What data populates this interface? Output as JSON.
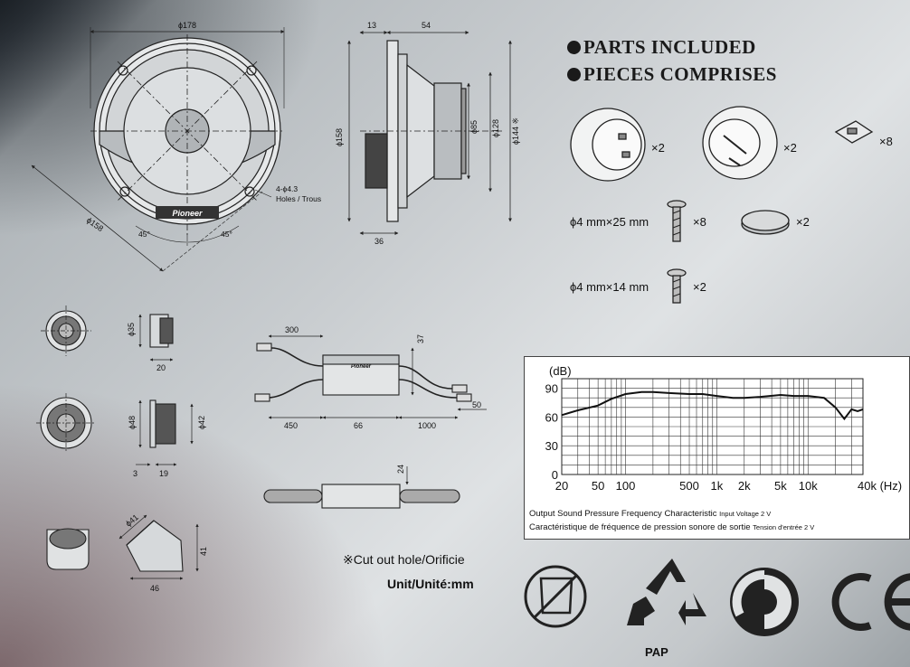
{
  "parts": {
    "title_en": "PARTS INCLUDED",
    "title_fr": "PIECES COMPRISES",
    "items": [
      {
        "name": "tweeter-mount-a",
        "qty": "×2"
      },
      {
        "name": "tweeter-mount-b",
        "qty": "×2"
      },
      {
        "name": "clip",
        "qty": "×8"
      },
      {
        "name": "screw-25",
        "label": "ϕ4 mm×25 mm",
        "qty": "×8"
      },
      {
        "name": "spacer",
        "qty": "×2"
      },
      {
        "name": "screw-14",
        "label": "ϕ4 mm×14 mm",
        "qty": "×2"
      }
    ]
  },
  "dimensions": {
    "woofer_front": {
      "d178": "ϕ178",
      "d158": "ϕ158",
      "holes": "4-ϕ4.3",
      "holes_label": "Holes / Trous",
      "angle": "45°",
      "brand": "Pioneer"
    },
    "woofer_side": {
      "d13": "13",
      "d54": "54",
      "d158": "ϕ158",
      "d85": "ϕ85",
      "d128": "ϕ128",
      "d144": "ϕ144 ※",
      "d36": "36"
    },
    "tweeter_1": {
      "d35": "ϕ35",
      "d20": "20"
    },
    "tweeter_2": {
      "d48": "ϕ48",
      "d42": "ϕ42",
      "d3": "3",
      "d19": "19"
    },
    "tweeter_3": {
      "d41a": "ϕ41",
      "d41b": "41",
      "d46": "46"
    },
    "crossover": {
      "d300": "300",
      "d37": "37",
      "d450": "450",
      "d66": "66",
      "d1000": "1000",
      "d50": "50",
      "d24": "24",
      "brand": "Pioneer"
    }
  },
  "notes": {
    "cutout": "※Cut out hole/Orificie",
    "unit": "Unit/Unité:mm"
  },
  "chart_data": {
    "type": "line",
    "ylabel": "(dB)",
    "yticks": [
      "90",
      "60",
      "30",
      "0"
    ],
    "xticks": [
      "20",
      "50",
      "100",
      "500",
      "1k",
      "2k",
      "5k",
      "10k",
      "40k (Hz)"
    ],
    "x_scale": "log",
    "xlim": [
      20,
      40000
    ],
    "ylim": [
      0,
      100
    ],
    "series": [
      {
        "x": [
          20,
          30,
          50,
          70,
          100,
          150,
          200,
          300,
          500,
          700,
          1000,
          1500,
          2000,
          3000,
          5000,
          7000,
          10000,
          15000,
          20000,
          25000,
          30000,
          35000,
          40000
        ],
        "y": [
          62,
          67,
          72,
          79,
          84,
          86,
          86,
          85,
          84,
          84,
          82,
          80,
          80,
          81,
          83,
          82,
          82,
          80,
          70,
          58,
          68,
          66,
          68
        ]
      }
    ],
    "caption_en": "Output Sound Pressure Frequency Characteristic",
    "caption_en_note": "Input Voltage 2 V",
    "caption_fr": "Caractéristique de fréquence de pression sonore de sortie",
    "caption_fr_note": "Tension d'entrée 2 V"
  },
  "logos": {
    "recycle_text": "PAP"
  },
  "colors": {
    "background": "#c9cdd0",
    "ink": "#111111"
  }
}
